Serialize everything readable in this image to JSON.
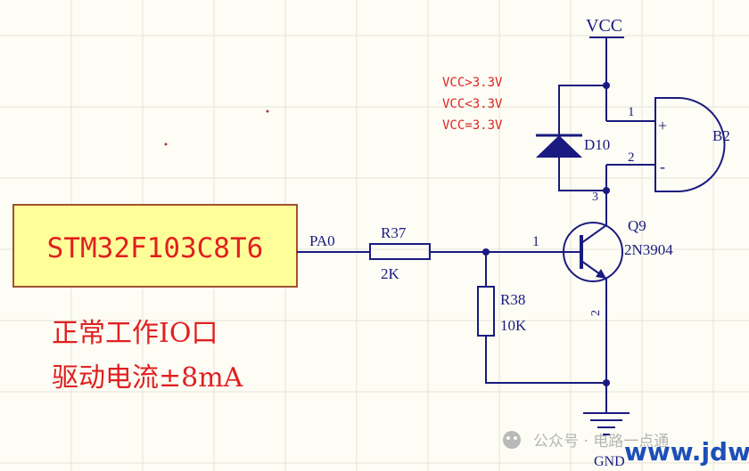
{
  "ic": {
    "label": "STM32F103C8T6",
    "pin": "PA0"
  },
  "r37": {
    "ref": "R37",
    "value": "2K"
  },
  "r38": {
    "ref": "R38",
    "value": "10K"
  },
  "d10": {
    "ref": "D10"
  },
  "q9": {
    "ref": "Q9",
    "part": "2N3904",
    "pin_base": "1",
    "pin_collector": "3",
    "pin_emitter": "2"
  },
  "b2": {
    "ref": "B2",
    "pin1": "1",
    "pin2": "2",
    "plus": "+",
    "minus": "-"
  },
  "power": {
    "vcc": "VCC",
    "gnd": "GND"
  },
  "vcc_notes": [
    "VCC>3.3V",
    "VCC<3.3V",
    "VCC=3.3V"
  ],
  "notes": {
    "line1": "正常工作IO口",
    "line2": "驱动电流±8mA"
  },
  "watermark": {
    "channel": "公众号 · 电路一点通",
    "site": "www.jdwx.cn"
  },
  "colors": {
    "wire": "#1a1a80",
    "note": "#e02020",
    "ic_fill": "#ffff99",
    "ic_border": "#a0522d",
    "diode": "#1a1a80"
  }
}
